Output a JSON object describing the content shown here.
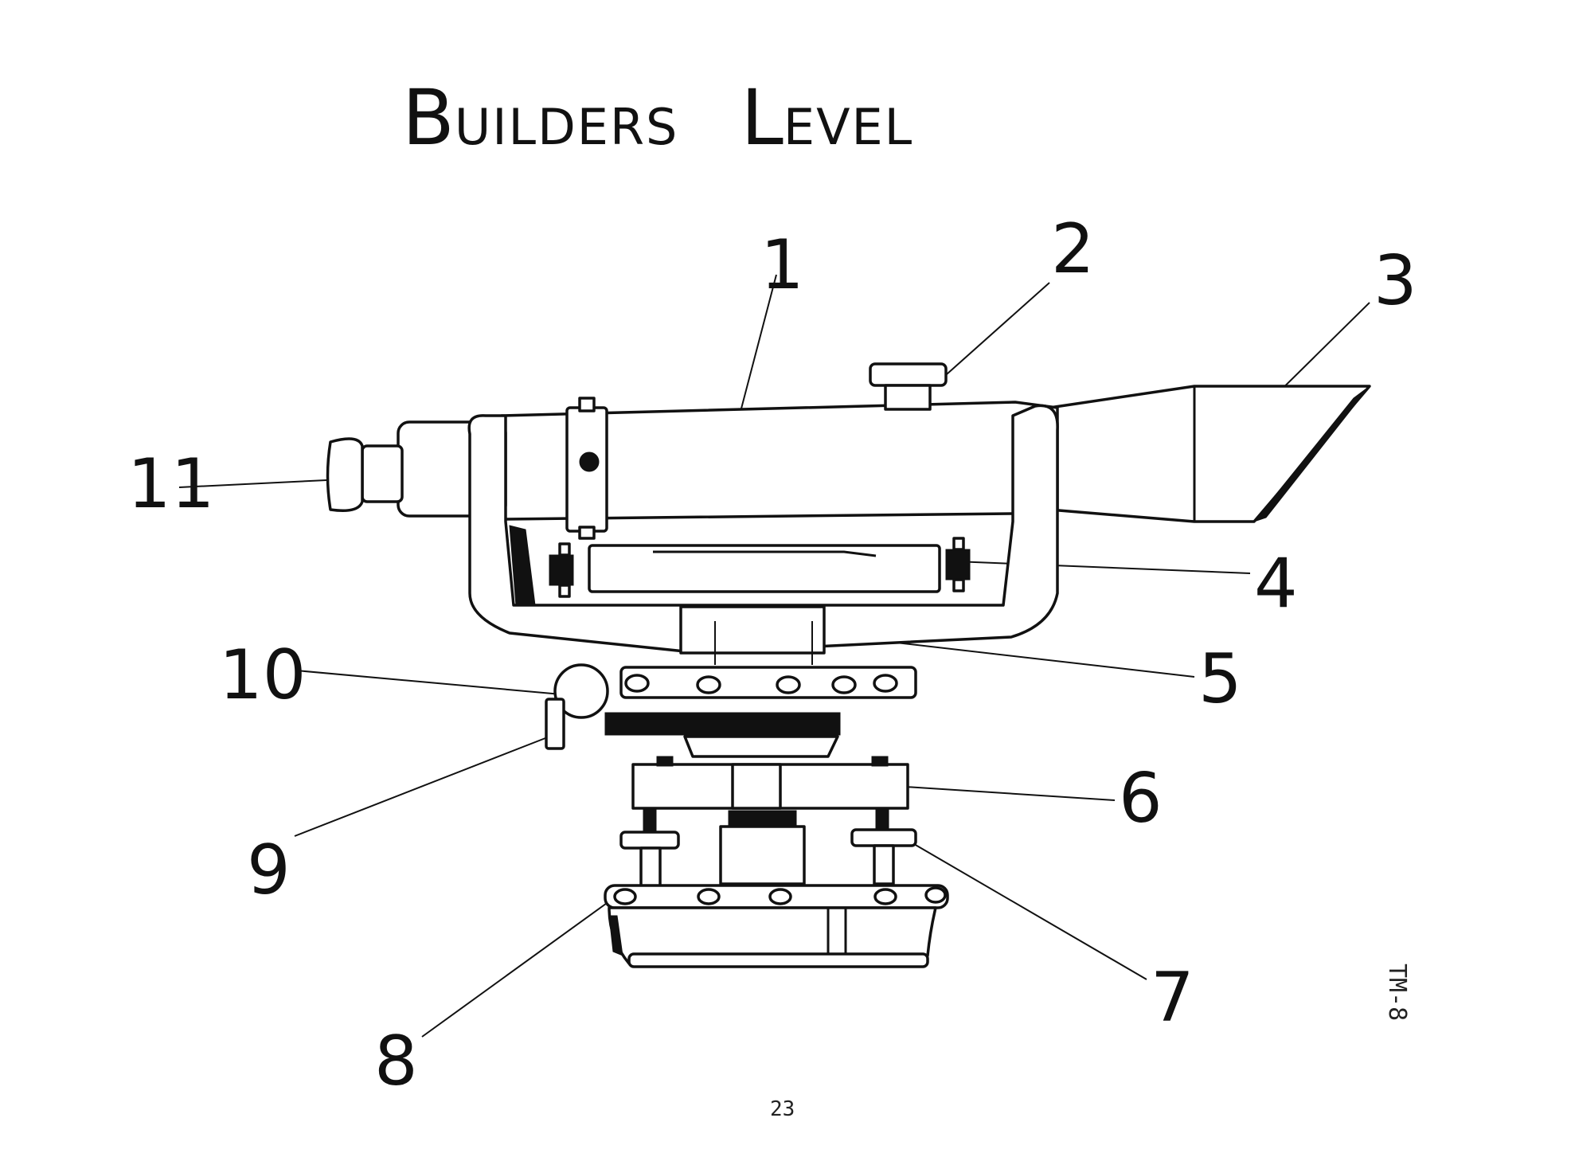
{
  "title": {
    "word1_initial": "B",
    "word1_rest": "UILDERS",
    "word2_initial": "L",
    "word2_rest": "EVEL"
  },
  "callouts": [
    "1",
    "2",
    "3",
    "4",
    "5",
    "6",
    "7",
    "8",
    "9",
    "10",
    "11"
  ],
  "page_number": "23",
  "figure_code": "TM-8"
}
